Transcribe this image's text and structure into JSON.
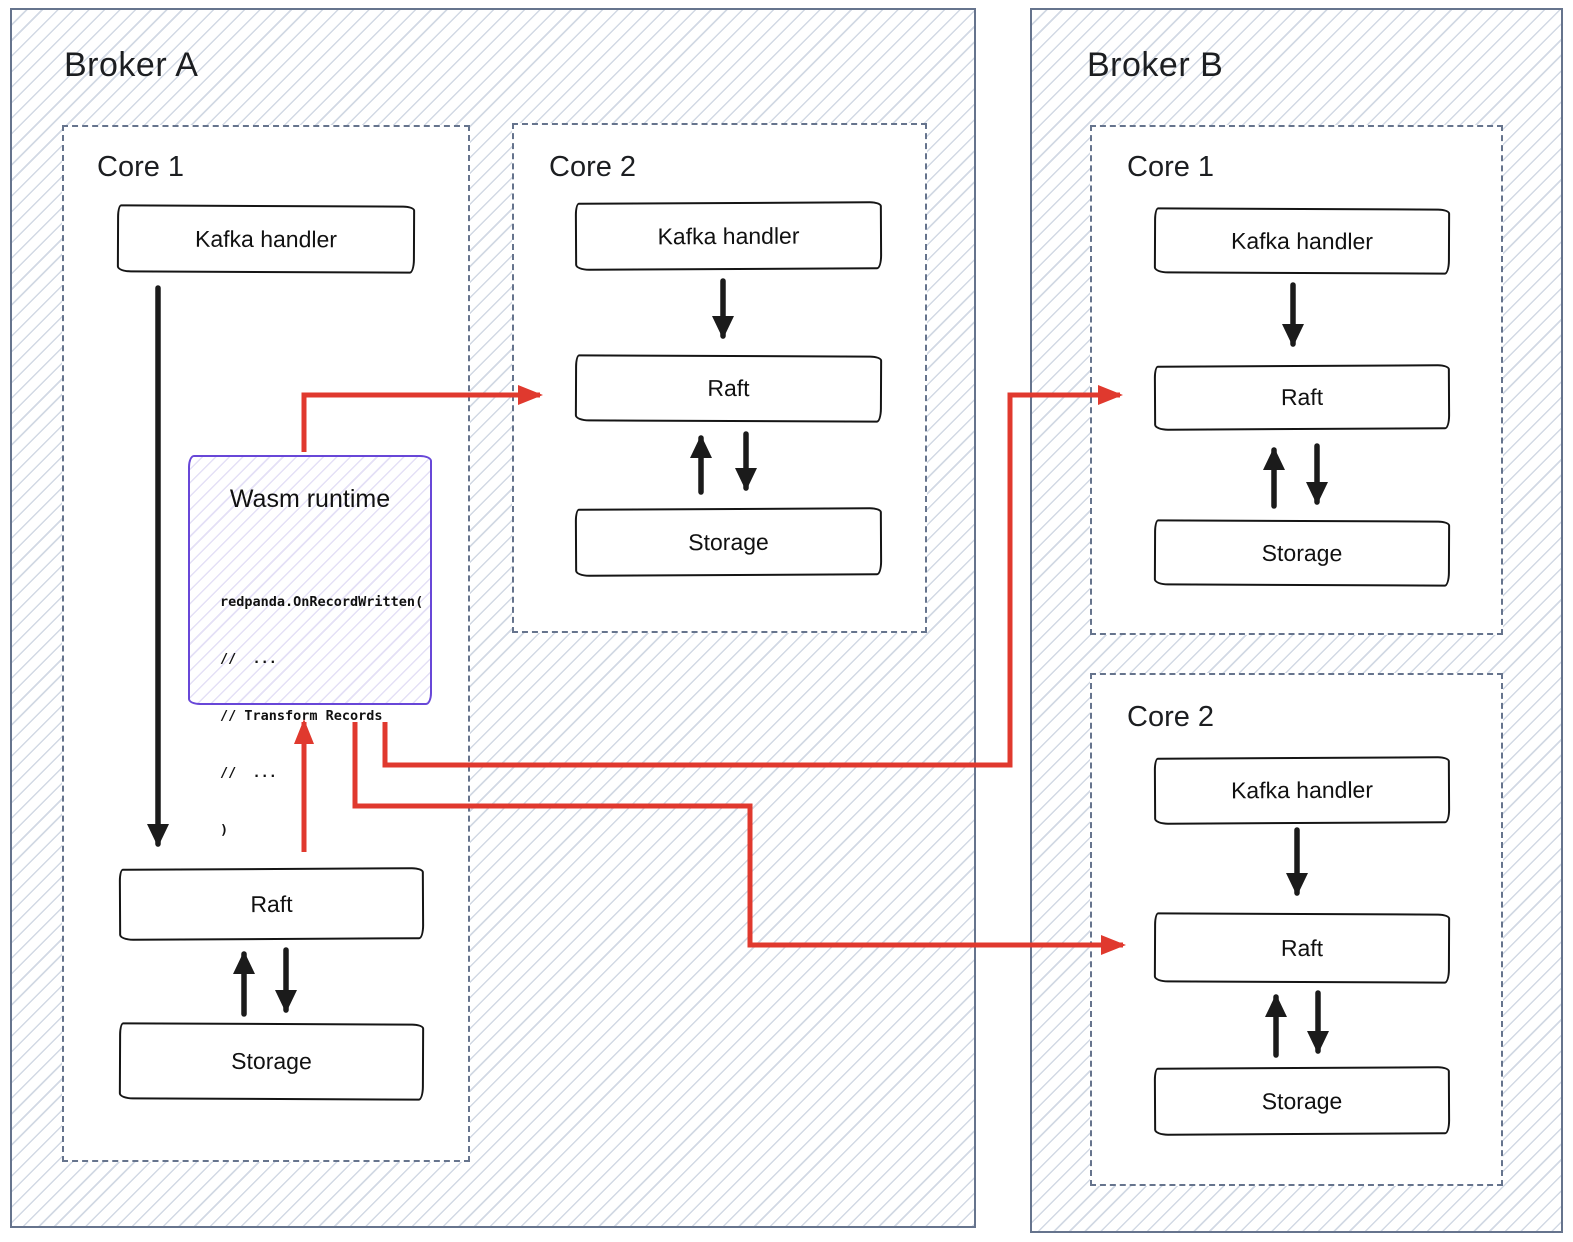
{
  "colors": {
    "accent_red": "#e0392e",
    "wasm_purple": "#6847d8",
    "frame_slate": "#66748d",
    "ink": "#151515",
    "hatch_line": "#d2d9e4"
  },
  "broker_a": {
    "title": "Broker A",
    "core_1": {
      "title": "Core 1",
      "boxes": {
        "kafka": "Kafka handler",
        "raft": "Raft",
        "storage": "Storage"
      }
    },
    "core_2": {
      "title": "Core 2",
      "boxes": {
        "kafka": "Kafka handler",
        "raft": "Raft",
        "storage": "Storage"
      }
    },
    "wasm": {
      "title": "Wasm runtime",
      "code": [
        "redpanda.OnRecordWritten(",
        "//  ...",
        "// Transform Records",
        "//  ...",
        ")"
      ]
    }
  },
  "broker_b": {
    "title": "Broker B",
    "core_1": {
      "title": "Core 1",
      "boxes": {
        "kafka": "Kafka handler",
        "raft": "Raft",
        "storage": "Storage"
      }
    },
    "core_2": {
      "title": "Core 2",
      "boxes": {
        "kafka": "Kafka handler",
        "raft": "Raft",
        "storage": "Storage"
      }
    }
  }
}
